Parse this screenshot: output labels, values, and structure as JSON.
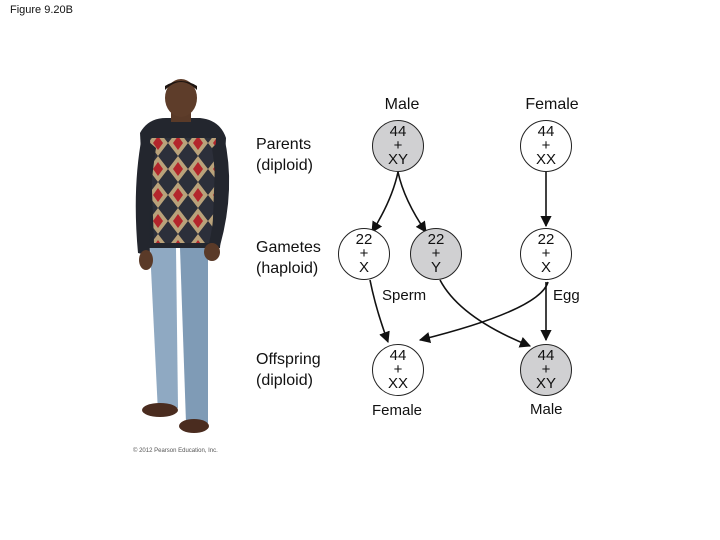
{
  "figure_label": "Figure 9.20B",
  "copyright": "© 2012 Pearson Education, Inc.",
  "columns": {
    "male": "Male",
    "female": "Female"
  },
  "rows": {
    "parents": [
      "Parents",
      "(diploid)"
    ],
    "gametes": [
      "Gametes",
      "(haploid)"
    ],
    "offspring": [
      "Offspring",
      "(diploid)"
    ]
  },
  "cells": {
    "parent_male": [
      "44",
      "+",
      "XY"
    ],
    "parent_female": [
      "44",
      "+",
      "XX"
    ],
    "sperm_x": [
      "22",
      "+",
      "X"
    ],
    "sperm_y": [
      "22",
      "+",
      "Y"
    ],
    "egg_x": [
      "22",
      "+",
      "X"
    ],
    "offspring_female": [
      "44",
      "+",
      "XX"
    ],
    "offspring_male": [
      "44",
      "+",
      "XY"
    ]
  },
  "labels": {
    "sperm": "Sperm",
    "egg": "Egg",
    "offspring_female": "Female",
    "offspring_male": "Male"
  },
  "colors": {
    "gray_cell": "#d0d0d2",
    "white_cell": "#ffffff"
  }
}
